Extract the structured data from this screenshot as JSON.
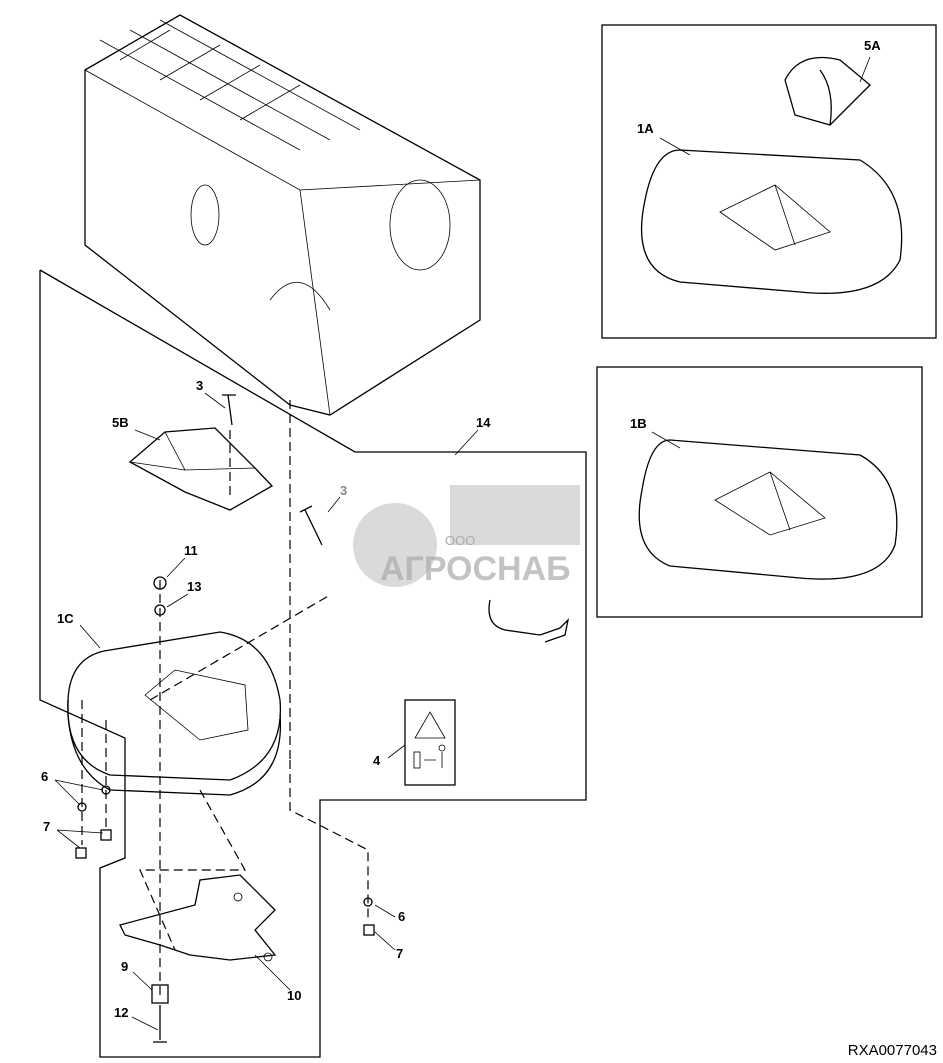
{
  "diagram": {
    "callouts": {
      "c5a": "5A",
      "c1a": "1A",
      "c1b": "1B",
      "c14": "14",
      "c3a": "3",
      "c5b": "5B",
      "c3b": "3",
      "c11": "11",
      "c13": "13",
      "c1c": "1C",
      "c4": "4",
      "c6a": "6",
      "c7a": "7",
      "c6b": "6",
      "c7b": "7",
      "c9": "9",
      "c10": "10",
      "c12": "12"
    },
    "figure_code": "RXA0077043",
    "watermark": "ООО АГРОСНАБ"
  }
}
